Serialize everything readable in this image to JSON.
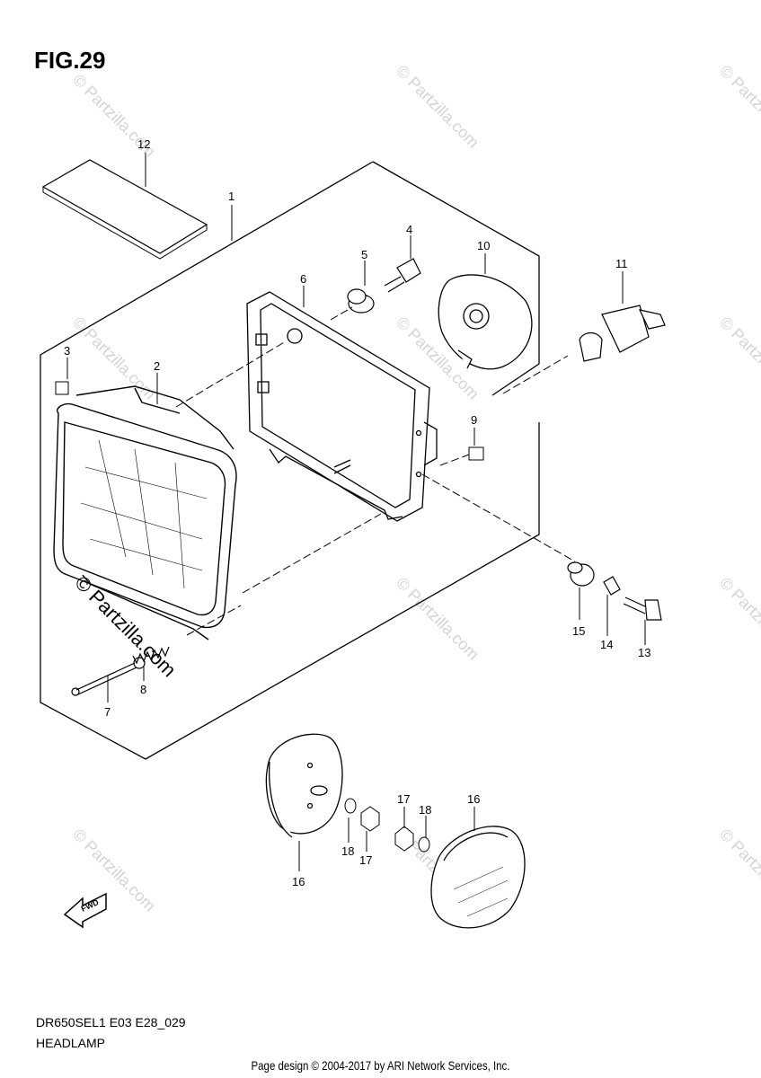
{
  "figure_title": "FIG.29",
  "model_code": "DR650SEL1 E03 E28_029",
  "section_name": "HEADLAMP",
  "copyright": "Page design © 2004-2017 by ARI Network Services, Inc.",
  "watermark": "© Partzilla.com",
  "fwd_label": "FWD",
  "callouts": {
    "c1": "1",
    "c2": "2",
    "c3": "3",
    "c4": "4",
    "c5": "5",
    "c6": "6",
    "c7": "7",
    "c8": "8",
    "c9": "9",
    "c10": "10",
    "c11": "11",
    "c12": "12",
    "c13": "13",
    "c14": "14",
    "c15": "15",
    "c16a": "16",
    "c16b": "16",
    "c17a": "17",
    "c17b": "17",
    "c18a": "18",
    "c18b": "18"
  }
}
